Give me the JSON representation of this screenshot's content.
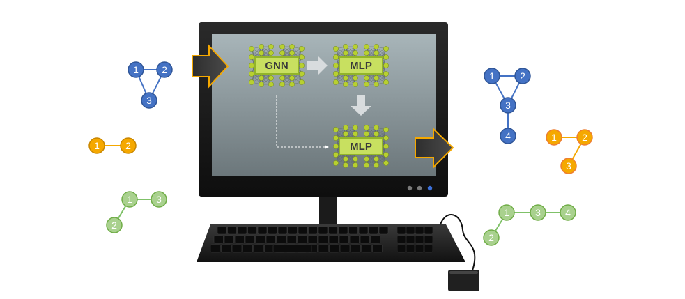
{
  "screen": {
    "model_a": "GNN",
    "model_b": "MLP",
    "model_c": "MLP"
  },
  "graphs": {
    "input_triangle": {
      "color": "#4472c4",
      "nodes": [
        "1",
        "2",
        "3"
      ]
    },
    "input_pair": {
      "color": "#f5a800",
      "nodes": [
        "1",
        "2"
      ]
    },
    "input_path": {
      "color": "#7fc168",
      "nodes": [
        "1",
        "3",
        "2"
      ]
    },
    "output_star": {
      "color": "#4472c4",
      "nodes": [
        "1",
        "2",
        "3",
        "4"
      ]
    },
    "output_triple": {
      "color": "#f5a800",
      "nodes": [
        "1",
        "2",
        "3"
      ]
    },
    "output_path": {
      "color": "#7fc168",
      "nodes": [
        "1",
        "3",
        "4",
        "2"
      ]
    }
  }
}
